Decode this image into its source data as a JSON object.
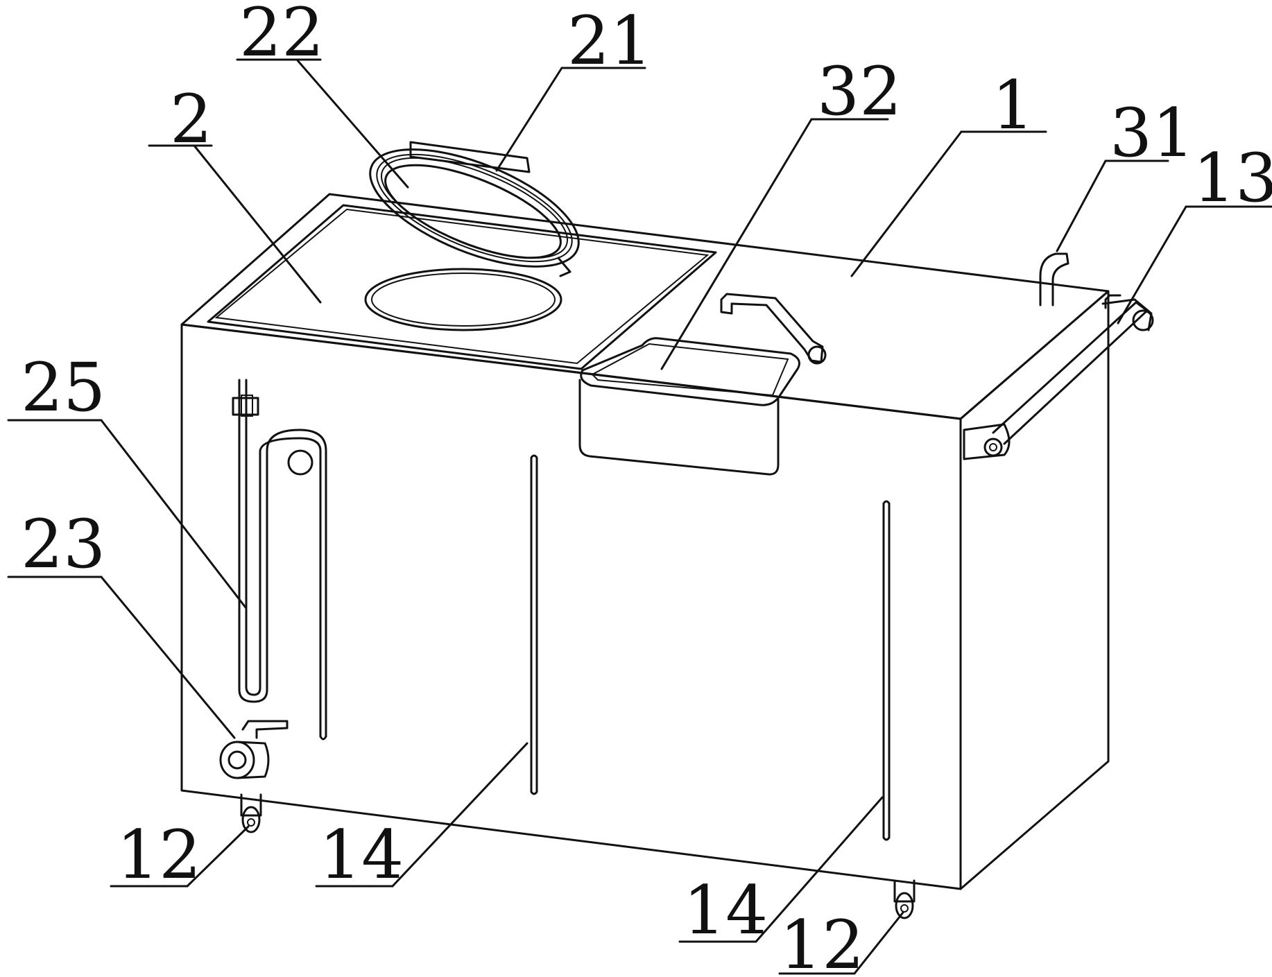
{
  "figure": {
    "labels": [
      {
        "id": "label-22",
        "text": "22",
        "part": "lid-seal-ring"
      },
      {
        "id": "label-21",
        "text": "21",
        "part": "lid"
      },
      {
        "id": "label-2",
        "text": "2",
        "part": "left-chamber-top"
      },
      {
        "id": "label-32",
        "text": "32",
        "part": "basket"
      },
      {
        "id": "label-1",
        "text": "1",
        "part": "tank-body"
      },
      {
        "id": "label-31",
        "text": "31",
        "part": "pipe-outlet"
      },
      {
        "id": "label-13",
        "text": "13",
        "part": "push-handle"
      },
      {
        "id": "label-25",
        "text": "25",
        "part": "heating-coil"
      },
      {
        "id": "label-23",
        "text": "23",
        "part": "drain-valve"
      },
      {
        "id": "label-12-left",
        "text": "12",
        "part": "caster-wheel"
      },
      {
        "id": "label-14-left",
        "text": "14",
        "part": "level-slot"
      },
      {
        "id": "label-14-right",
        "text": "14",
        "part": "level-slot"
      },
      {
        "id": "label-12-right",
        "text": "12",
        "part": "caster-wheel"
      }
    ]
  }
}
